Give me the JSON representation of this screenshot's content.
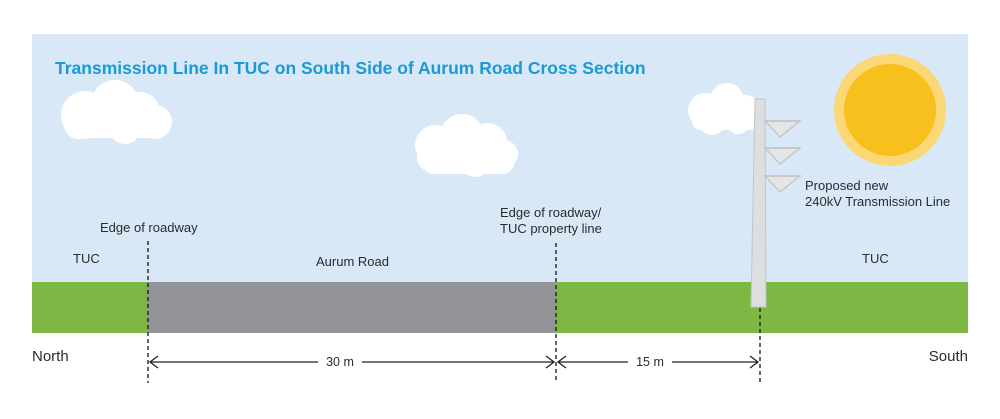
{
  "title": "Transmission Line In TUC on South Side of Aurum Road Cross Section",
  "labels": {
    "edge_left": "Edge of roadway",
    "edge_right_line1": "Edge of roadway/",
    "edge_right_line2": "TUC property line",
    "tuc_left": "TUC",
    "road": "Aurum Road",
    "tuc_right": "TUC",
    "line_proposal_1": "Proposed new",
    "line_proposal_2": "240kV Transmission Line"
  },
  "directions": {
    "north": "North",
    "south": "South"
  },
  "dimensions": {
    "road_width": "30 m",
    "offset": "15 m"
  },
  "colors": {
    "sky": "#d8e8f6",
    "grass": "#7cb843",
    "road": "#929497",
    "title": "#1a9ad6",
    "pole": "#dcdedf",
    "sun_outer": "#fbd775",
    "sun_inner": "#f8c01c",
    "cloud": "#ffffff"
  },
  "icons": [
    "cloud-icon",
    "sun-icon",
    "transmission-tower-icon"
  ]
}
